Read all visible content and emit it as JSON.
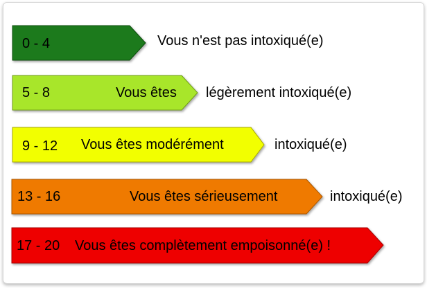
{
  "levels": [
    {
      "range": "0 - 4",
      "inside_text": "",
      "outside_text": "Vous n'est pas intoxiqué(e)",
      "color": "#1e7a1e",
      "edge_color": "#0f4d0f"
    },
    {
      "range": "5 - 8",
      "inside_text": "Vous êtes",
      "outside_text": "légèrement intoxiqué(e)",
      "color": "#a8e62c",
      "edge_color": "#6f9a1a"
    },
    {
      "range": "9 - 12",
      "inside_text": "Vous êtes modérément",
      "outside_text": "intoxiqué(e)",
      "color": "#f2ff00",
      "edge_color": "#a6a800"
    },
    {
      "range": "13 - 16",
      "inside_text": "Vous êtes sérieusement",
      "outside_text": "intoxiqué(e)",
      "color": "#ef7a00",
      "edge_color": "#a85600"
    },
    {
      "range": "17 - 20",
      "inside_text": "Vous êtes complètement empoisonné(e) !",
      "outside_text": "",
      "color": "#ee0000",
      "edge_color": "#a80000"
    }
  ]
}
